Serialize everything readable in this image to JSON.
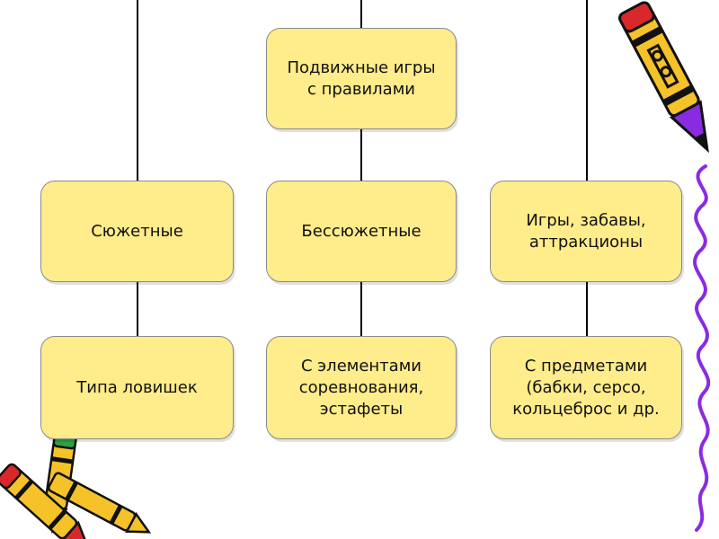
{
  "diagram": {
    "root": {
      "label": "Подвижные игры\nс правилами"
    },
    "categories": [
      {
        "label": "Сюжетные"
      },
      {
        "label": "Бессюжетные"
      },
      {
        "label": "Игры, забавы,\nаттракционы"
      }
    ],
    "subcategories": [
      {
        "label": "Типа ловишек"
      },
      {
        "label": "С элементами\nсоревнования,\nэстафеты"
      },
      {
        "label": "С предметами\n(бабки, серсо,\nкольцеброс и др."
      }
    ]
  },
  "colors": {
    "box_fill": "#ffec8b",
    "line": "#000000",
    "crayon_yellow": "#f5c22a",
    "crayon_purple": "#8a2be2",
    "crayon_red": "#d8282b",
    "crayon_green": "#2ea043"
  },
  "decorations": [
    "yellow-crayon-icon",
    "crayons-cluster-icon",
    "purple-scribble-line"
  ]
}
